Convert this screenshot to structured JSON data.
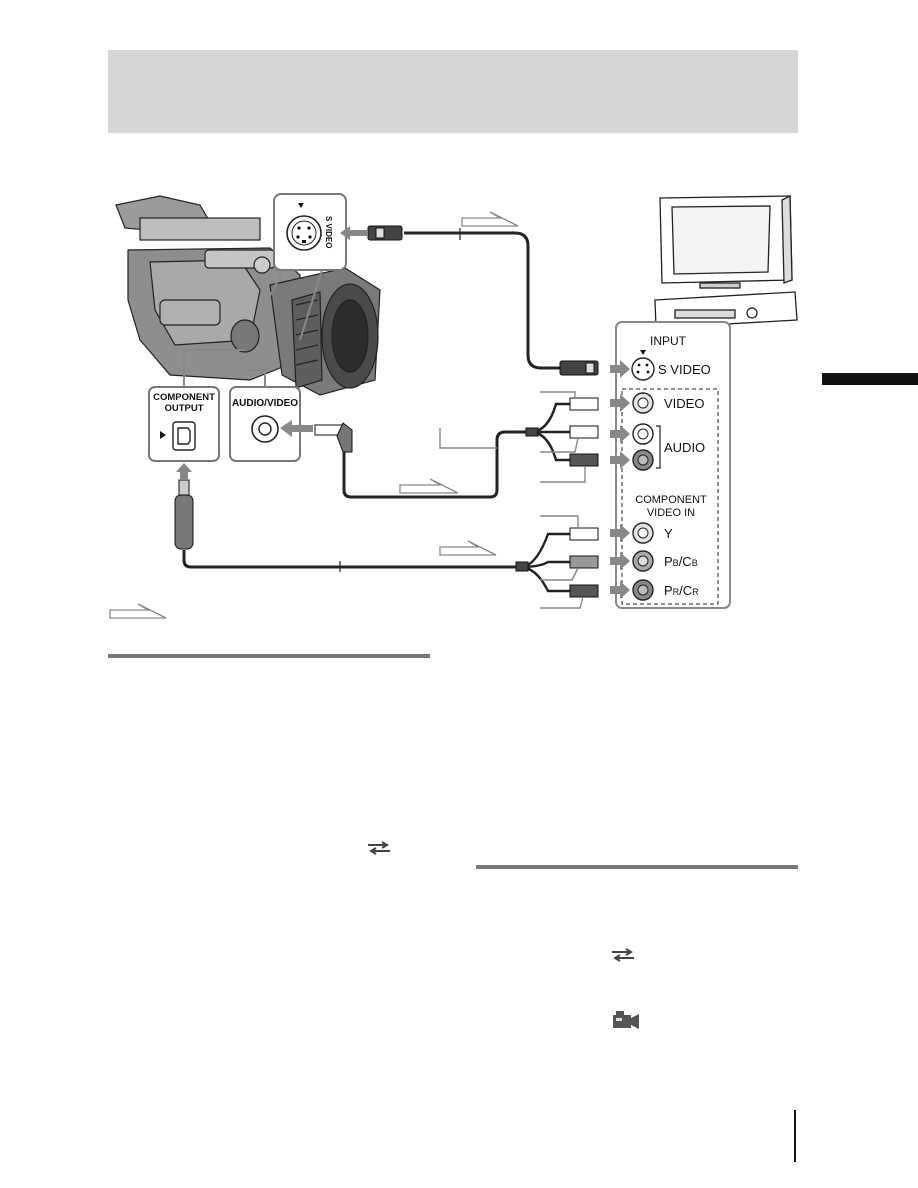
{
  "connector_labels": {
    "s_video": "S VIDEO",
    "component_output_line1": "COMPONENT",
    "component_output_line2": "OUTPUT",
    "audio_video": "AUDIO/VIDEO"
  },
  "tv_panel": {
    "input": "INPUT",
    "s_video": "S VIDEO",
    "video": "VIDEO",
    "audio": "AUDIO",
    "component_line1": "COMPONENT",
    "component_line2": "VIDEO IN",
    "y": "Y",
    "pb_main": "P",
    "pb_sub": "B",
    "pb_sep": "/C",
    "pb_sub2": "B",
    "pr_main": "P",
    "pr_sub": "R",
    "pr_sep": "/C",
    "pr_sub2": "R"
  },
  "icons": [
    "transfer-arrows-icon",
    "transfer-arrows-icon",
    "camera-mode-icon"
  ],
  "colors": {
    "header_band": "#d6d6d6",
    "section_rule": "#777777",
    "cable": "#222222",
    "jack_gray": "#888888"
  }
}
